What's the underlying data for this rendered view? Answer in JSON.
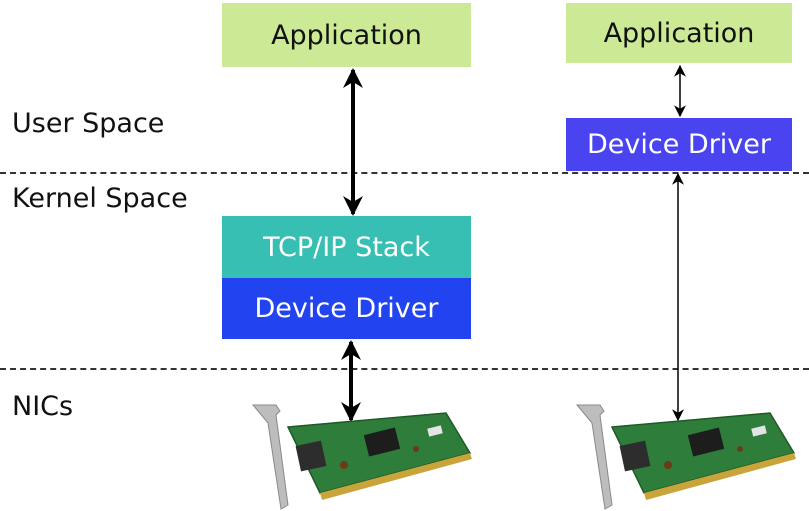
{
  "labels": {
    "user_space": "User Space",
    "kernel_space": "Kernel Space",
    "nics": "NICs"
  },
  "left_stack": {
    "application": "Application",
    "tcp_ip": "TCP/IP Stack",
    "device_driver": "Device Driver"
  },
  "right_stack": {
    "application": "Application",
    "device_driver": "Device Driver"
  },
  "colors": {
    "application_bg": "#ccea96",
    "tcp_ip_bg": "#38bfb3",
    "kernel_driver_bg": "#2144f0",
    "user_driver_bg": "#4a43f0",
    "nic_board": "#2f7d3a",
    "nic_bracket": "#b9b9b9"
  }
}
